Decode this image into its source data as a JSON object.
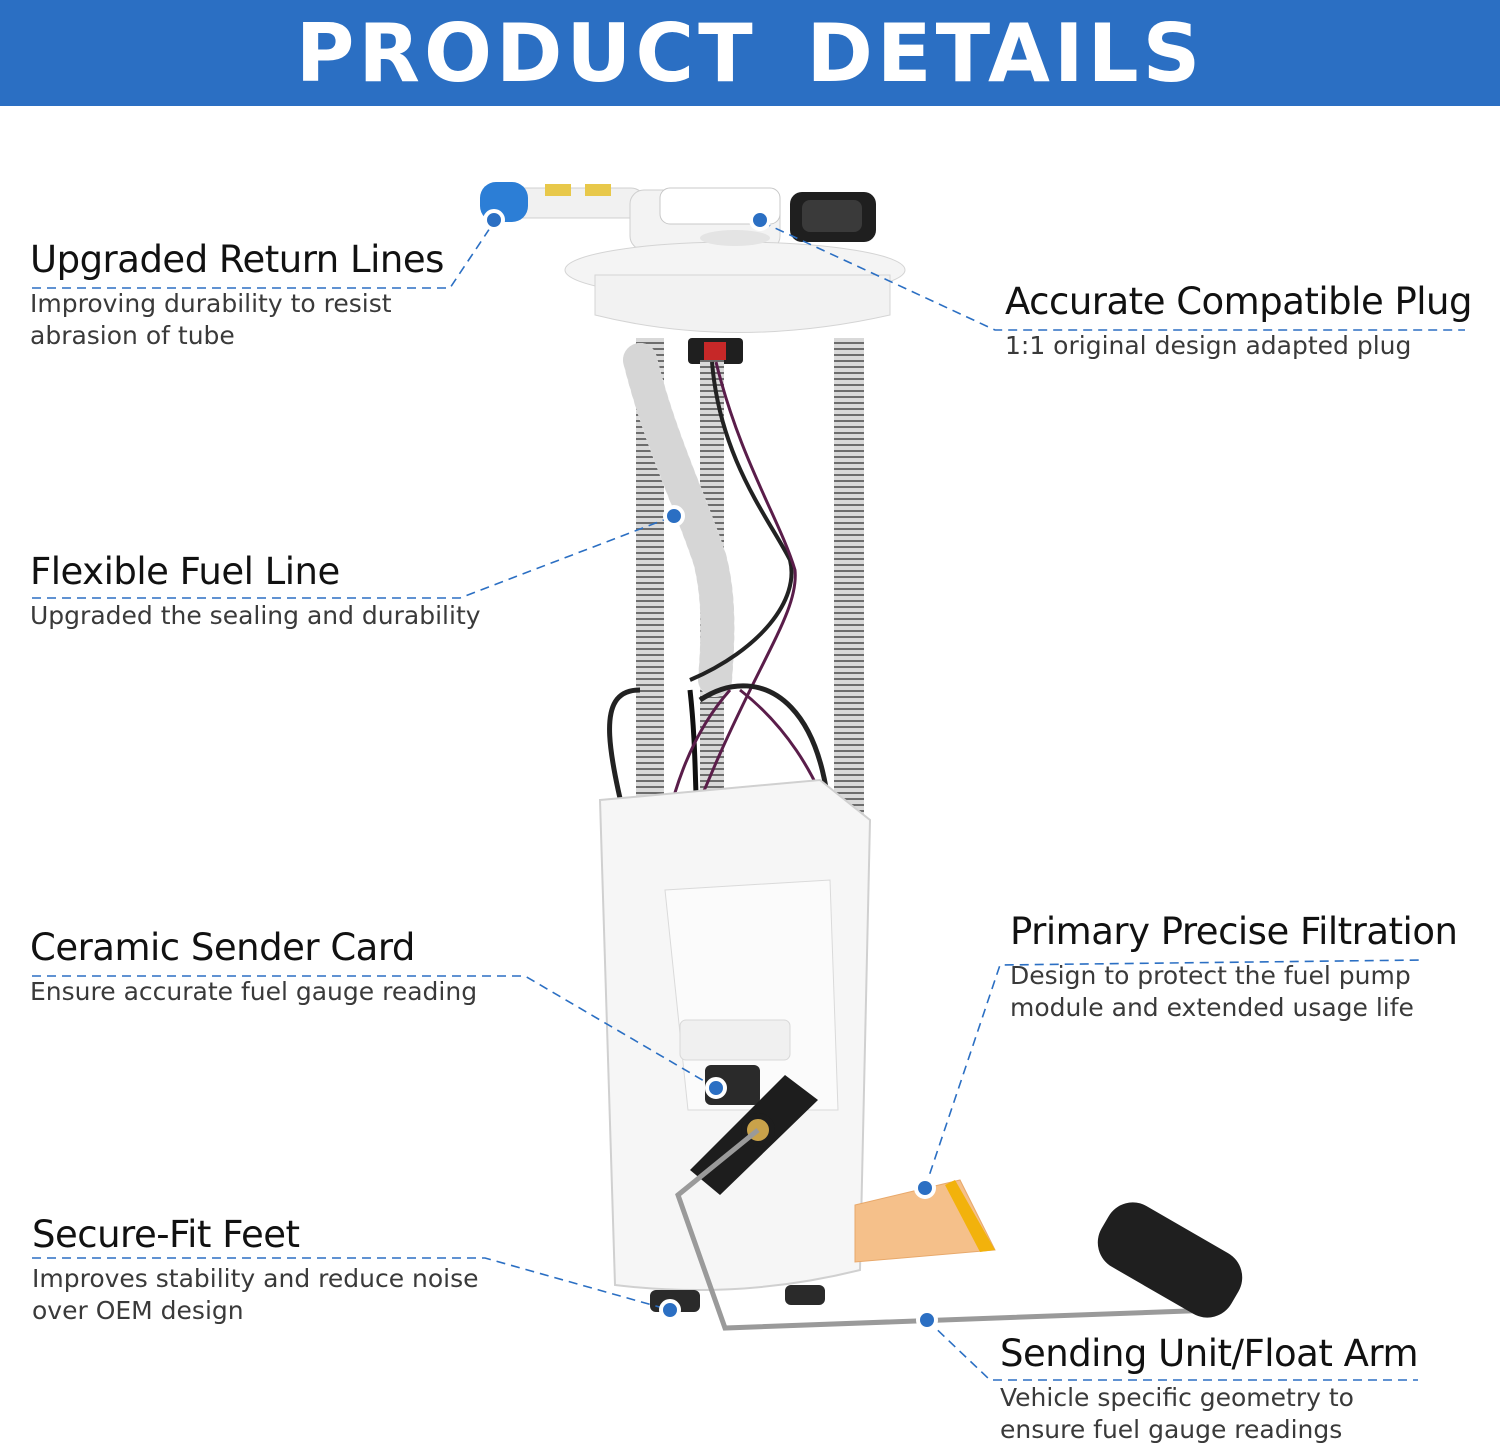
{
  "header": {
    "title": "PRODUCT DETAILS"
  },
  "colors": {
    "banner": "#2b6fc3",
    "leader": "#2b6fc3",
    "marker": "#2b6fc3"
  },
  "callouts": [
    {
      "title": "Upgraded Return Lines",
      "desc": "Improving durability to resist abrasion of tube"
    },
    {
      "title": "Accurate Compatible Plug",
      "desc": "1:1 original design adapted plug"
    },
    {
      "title": "Flexible Fuel Line",
      "desc": "Upgraded the sealing and durability"
    },
    {
      "title": "Ceramic Sender Card",
      "desc": "Ensure accurate fuel gauge reading"
    },
    {
      "title": "Primary Precise Filtration",
      "desc": "Design to protect the fuel pump module and extended usage life"
    },
    {
      "title": "Secure-Fit Feet",
      "desc": "Improves stability and reduce noise over OEM design"
    },
    {
      "title": "Sending Unit/Float Arm",
      "desc": "Vehicle specific geometry to ensure fuel gauge readings"
    }
  ]
}
